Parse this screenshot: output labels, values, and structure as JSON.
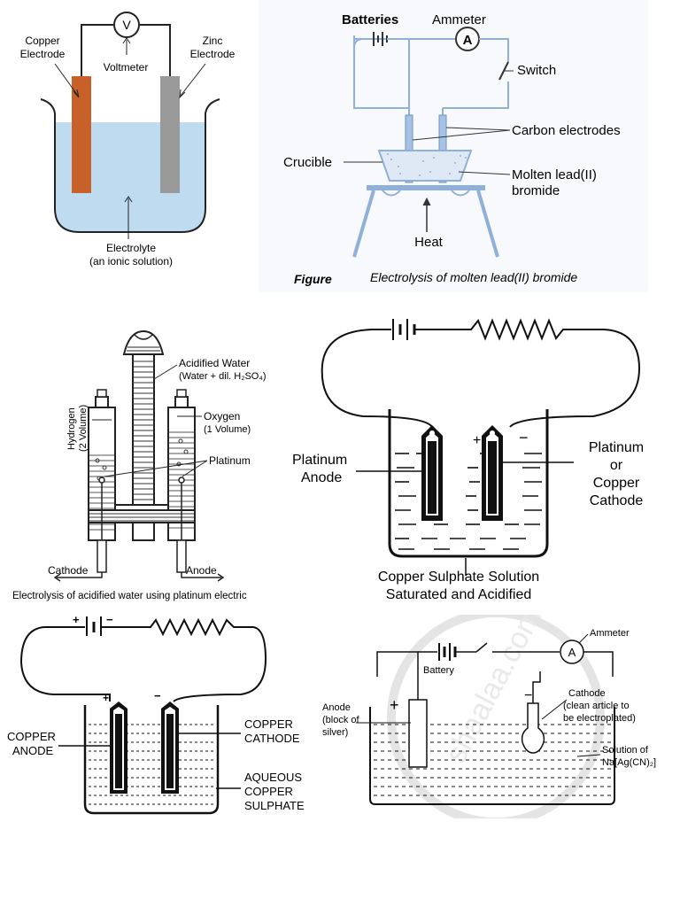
{
  "panels": {
    "voltaic": {
      "copper_electrode": "Copper Electrode",
      "copper_l1": "Copper",
      "copper_l2": "Electrode",
      "zinc_l1": "Zinc",
      "zinc_l2": "Electrode",
      "voltmeter": "Voltmeter",
      "meter_symbol": "V",
      "electrolyte_l1": "Electrolyte",
      "electrolyte_l2": "(an ionic solution)",
      "colors": {
        "copper": "#c8602a",
        "zinc": "#9a9a9a",
        "electrolyte": "#bfdbef"
      }
    },
    "lead_bromide": {
      "batteries": "Batteries",
      "ammeter": "Ammeter",
      "meter_symbol": "A",
      "switch": "Switch",
      "carbon_electrodes": "Carbon electrodes",
      "crucible": "Crucible",
      "molten_l1": "Molten lead(II)",
      "molten_l2": "bromide",
      "heat": "Heat",
      "figure_label": "Figure",
      "caption": "Electrolysis of molten lead(II) bromide",
      "colors": {
        "line": "#8fb0d8",
        "bg": "#f7f9fc"
      }
    },
    "acidified_water": {
      "acidified_l1": "Acidified Water",
      "acidified_l2": "(Water + dil. H₂SO₄)",
      "hydrogen_l1": "Hydrogen",
      "hydrogen_l2": "(2 Volume)",
      "oxygen_l1": "Oxygen",
      "oxygen_l2": "(1 Volume)",
      "platinum": "Platinum",
      "cathode": "Cathode",
      "anode": "Anode",
      "caption": "Electrolysis of acidified water using platinum electric"
    },
    "copper_sulphate_platinum": {
      "anode_l1": "Platinum",
      "anode_l2": "Anode",
      "cathode_l1": "Platinum",
      "cathode_l2": "or",
      "cathode_l3": "Copper",
      "cathode_l4": "Cathode",
      "plus": "+",
      "minus": "−",
      "solution_l1": "Copper Sulphate Solution",
      "solution_l2": "Saturated and Acidified"
    },
    "copper_refining": {
      "plus": "+",
      "minus": "−",
      "anode_l1": "COPPER",
      "anode_l2": "ANODE",
      "cathode_l1": "COPPER",
      "cathode_l2": "CATHODE",
      "aq_l1": "AQUEOUS",
      "aq_l2": "COPPER",
      "aq_l3": "SULPHATE"
    },
    "silver_plating": {
      "ammeter": "Ammeter",
      "meter_symbol": "A",
      "battery": "Battery",
      "plus": "+",
      "minus": "−",
      "anode_l1": "Anode",
      "anode_l2": "(block of",
      "anode_l3": "silver)",
      "cathode_l1": "Cathode",
      "cathode_l2": "(clean article to",
      "cathode_l3": "be electroplated)",
      "solution_l1": "Solution of",
      "solution_l2": "Na[Ag(CN)₂]",
      "watermark": "shaalaa.com"
    }
  }
}
